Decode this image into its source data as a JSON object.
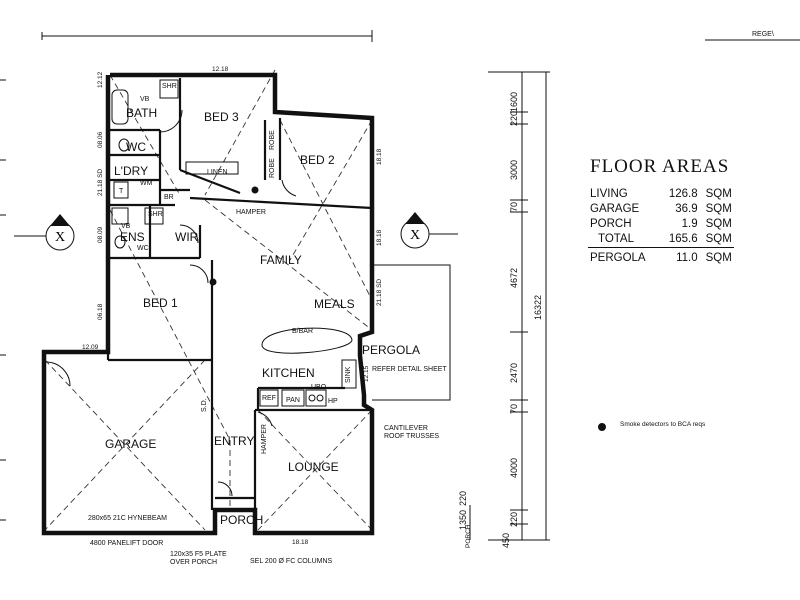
{
  "rooms": {
    "bath": "BATH",
    "bed3": "BED 3",
    "bed2": "BED 2",
    "wc": "WC",
    "ldry": "L'DRY",
    "ens": "ENS",
    "wir": "WIR",
    "family": "FAMILY",
    "bed1": "BED 1",
    "meals": "MEALS",
    "pergola": "PERGOLA",
    "kitchen": "KITCHEN",
    "garage": "GARAGE",
    "entry": "ENTRY",
    "lounge": "LOUNGE",
    "porch": "PORCH"
  },
  "fixtures": {
    "vb1": "VB",
    "shr1": "SHR",
    "vb2": "VB",
    "shr2": "SHR",
    "wc2": "WC",
    "wm": "WM",
    "t": "T",
    "br": "BR",
    "linen": "LINEN",
    "robe1": "ROBE",
    "robe2": "ROBE",
    "hamper1": "HAMPER",
    "hamper2": "HAMPER",
    "bbar": "B/BAR",
    "sink": "SINK",
    "ubo": "UBO",
    "hp": "HP",
    "ref": "REF",
    "pan": "PAN",
    "sd": "S.D."
  },
  "notes": {
    "refer": "REFER DETAIL SHEET",
    "cantilever1": "CANTILEVER",
    "cantilever2": "ROOF TRUSSES",
    "hynebeam": "280x65 21C HYNEBEAM",
    "panelift": "4800 PANELIFT DOOR",
    "plate1": "120x35 F5 PLATE",
    "plate2": "OVER PORCH",
    "columns": "SEL 200 Ø FC COLUMNS",
    "header_fragment": "REGE\\"
  },
  "dims": {
    "top": "12.18",
    "w1": "12.12",
    "w2": "08.06",
    "w3": "21.18 SD",
    "w4": "08.09",
    "w5": "06.18",
    "garage_top": "12.09",
    "r1": "18.18",
    "r2": "18.18",
    "r3": "21.18 SD",
    "r4": "12.15",
    "bottom": "18.18",
    "porch_dim": "PORCH"
  },
  "vdims": {
    "d1600": "1600",
    "d220a": "220",
    "d3000": "3000",
    "d70a": "70",
    "d4672": "4672",
    "d2470": "2470",
    "d70b": "70",
    "d4000": "4000",
    "d220b": "220",
    "d450": "450",
    "total": "16322",
    "d1350": "1350",
    "d220c": "220"
  },
  "markers": {
    "left": "X",
    "right": "X"
  },
  "floor_areas": {
    "title": "FLOOR AREAS",
    "rows": [
      {
        "label": "LIVING",
        "value": "126.8",
        "unit": "SQM"
      },
      {
        "label": "GARAGE",
        "value": "36.9",
        "unit": "SQM"
      },
      {
        "label": "PORCH",
        "value": "1.9",
        "unit": "SQM"
      },
      {
        "label": "TOTAL",
        "value": "165.6",
        "unit": "SQM"
      },
      {
        "label": "PERGOLA",
        "value": "11.0",
        "unit": "SQM"
      }
    ]
  },
  "legend": {
    "text": "Smoke detectors to BCA reqs"
  }
}
